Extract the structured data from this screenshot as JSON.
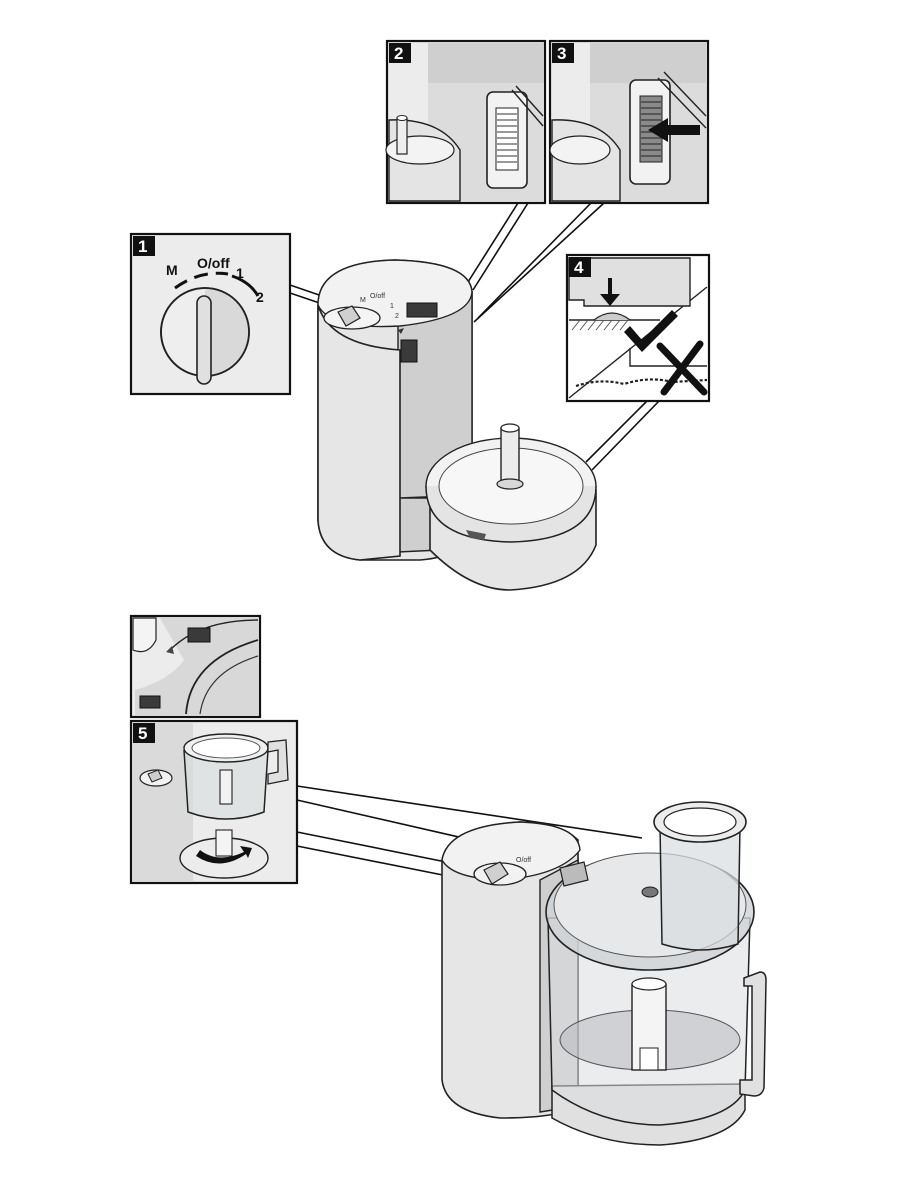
{
  "steps": {
    "step1": {
      "number": "1"
    },
    "step2": {
      "number": "2"
    },
    "step3": {
      "number": "3"
    },
    "step4": {
      "number": "4"
    },
    "step5": {
      "number": "5"
    }
  },
  "dial": {
    "label_m": "M",
    "label_off": "O/off",
    "label_1": "1",
    "label_2": "2"
  },
  "device_dial": {
    "label_m": "M",
    "label_off": "O/off",
    "label_1": "1",
    "label_2": "2"
  },
  "colors": {
    "body": "#e6e6e6",
    "shadow": "#cfcfcf",
    "dark": "#3a3a3a",
    "badge": "#111111"
  },
  "icons": [
    "arrow-down-icon",
    "arrow-left-icon",
    "checkmark-icon",
    "cross-icon",
    "rotate-arrow-icon"
  ]
}
